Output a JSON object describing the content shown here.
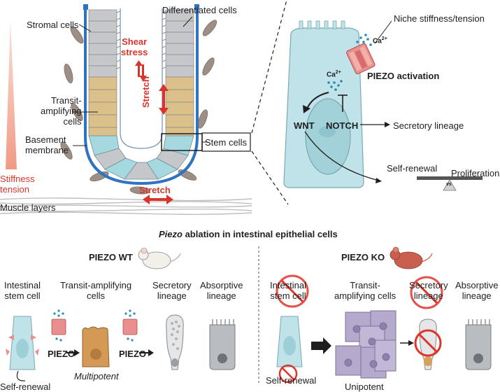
{
  "top_left": {
    "labels": {
      "differentiated_cells": "Differentiated cells",
      "stromal_cells": "Stromal cells",
      "shear_stress": "Shear\nstress",
      "transit_amplifying": "Transit-\namplifying\ncells",
      "stretch_vertical": "Stretch",
      "basement_membrane": "Basement\nmembrane",
      "stem_cells": "Stem cells",
      "stiffness_tension": "Stiffness\ntension",
      "stretch_horizontal": "Stretch",
      "muscle_layers": "Muscle layers"
    }
  },
  "top_right": {
    "niche": "Niche stiffness/tension",
    "ca1": "Ca",
    "ca1_sup": "2+",
    "ca2": "Ca",
    "ca2_sup": "2+",
    "piezo_activation": "PIEZO activation",
    "wnt": "WNT",
    "notch": "NOTCH",
    "secretory_lineage": "Secretory lineage",
    "self_renewal": "Self-renewal",
    "proliferation": "Proliferation",
    "vs": "vs"
  },
  "bottom": {
    "title_italic": "Piezo",
    "title_rest": " ablation in intestinal epithelial cells",
    "wt": {
      "title": "PIEZO WT",
      "intestinal_stem_cell": "Intestinal\nstem cell",
      "transit_amplifying": "Transit-amplifying\ncells",
      "secretory": "Secretory\nlineage",
      "absorptive": "Absorptive\nlineage",
      "piezo1": "PIEZO",
      "piezo2": "PIEZO",
      "multipotent": "Multipotent",
      "self_renewal": "Self-renewal"
    },
    "ko": {
      "title": "PIEZO KO",
      "intestinal_stem_cell": "Intestinal\nstem cell",
      "transit_amplifying": "Transit-\namplifying cells",
      "secretory": "Secretory\nlineage",
      "absorptive": "Absorptive\nlineage",
      "self_renewal": "Self-renewal",
      "unipotent": "Unipotent"
    }
  },
  "colors": {
    "red": "#d9342b",
    "blue_membrane": "#2f74c0",
    "tan_cells": "#dcc08a",
    "stem_cyan": "#a6d8e0",
    "gray_cells": "#b9bcc0",
    "purple_cells": "#b5a9cc",
    "mouse_ko": "#c9604f"
  }
}
